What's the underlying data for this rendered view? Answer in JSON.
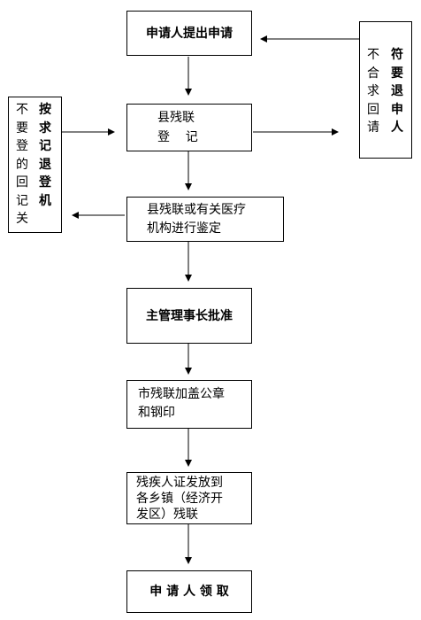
{
  "steps": {
    "apply": "申请人提出申请",
    "register": {
      "line1": "县残联",
      "line2": "登    记"
    },
    "appraisal": {
      "line1": "县残联或有关医疗",
      "line2": "机构进行鉴定"
    },
    "approve": "主管理事长批准",
    "seal": {
      "line1": "市残联加盖公章",
      "line2": "和钢印"
    },
    "issue": {
      "line1": "残疾人证发放到",
      "line2": "各乡镇（经济开",
      "line3": "发区）残联"
    },
    "receive": "申 请 人 领 取"
  },
  "side_notes": {
    "left": {
      "col1": "不要登的回记关",
      "col2": "按求记退登机"
    },
    "right": {
      "col1": "不合求回请",
      "col2": "符要退申人"
    }
  }
}
